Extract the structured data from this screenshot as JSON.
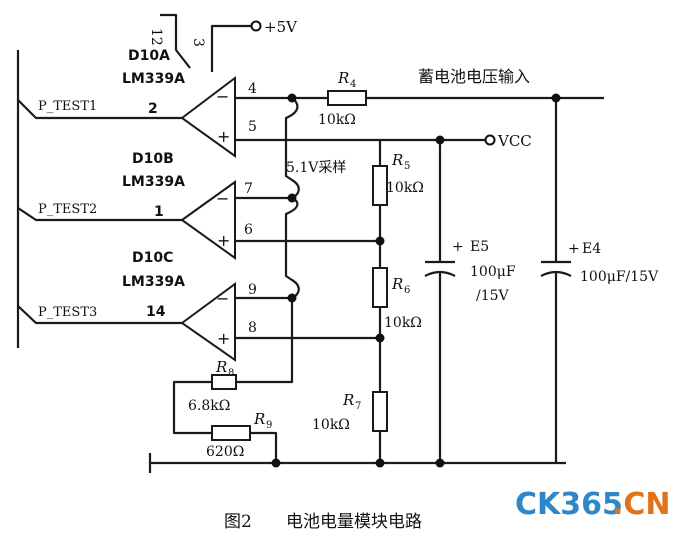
{
  "supply": {
    "vcc5": "+5V",
    "vcc": "VCC",
    "pin12": "12",
    "pin3": "3"
  },
  "comparators": [
    {
      "unit": "D10A",
      "part": "LM339A",
      "out_pin": "2",
      "inv_pin": "4",
      "noninv_pin": "5"
    },
    {
      "unit": "D10B",
      "part": "LM339A",
      "out_pin": "1",
      "inv_pin": "7",
      "noninv_pin": "6"
    },
    {
      "unit": "D10C",
      "part": "LM339A",
      "out_pin": "14",
      "inv_pin": "9",
      "noninv_pin": "8"
    }
  ],
  "signals": [
    "P_TEST1",
    "P_TEST2",
    "P_TEST3"
  ],
  "input_label": "蓄电池电压输入",
  "sample_label": "5.1V采样",
  "resistors": {
    "r4": {
      "name": "R",
      "sub": "4",
      "value": "10kΩ"
    },
    "r5": {
      "name": "R",
      "sub": "5",
      "value": "10kΩ"
    },
    "r6": {
      "name": "R",
      "sub": "6",
      "value": "10kΩ"
    },
    "r7": {
      "name": "R",
      "sub": "7",
      "value": "10kΩ"
    },
    "r8": {
      "name": "R",
      "sub": "8",
      "value": "6.8kΩ"
    },
    "r9": {
      "name": "R",
      "sub": "9",
      "value": "620Ω"
    }
  },
  "capacitors": {
    "e5": {
      "name": "E5",
      "value": "100μF",
      "voltage": "/15V",
      "plus": "+"
    },
    "e4": {
      "name": "E4",
      "value": "100μF/15V",
      "plus": "+"
    }
  },
  "opamp_marks": {
    "minus": "−",
    "plus": "+"
  },
  "caption": {
    "fig": "图2",
    "title": "电池电量模块电路"
  },
  "watermark": {
    "part1": "CK365",
    "part2": ".CN"
  }
}
